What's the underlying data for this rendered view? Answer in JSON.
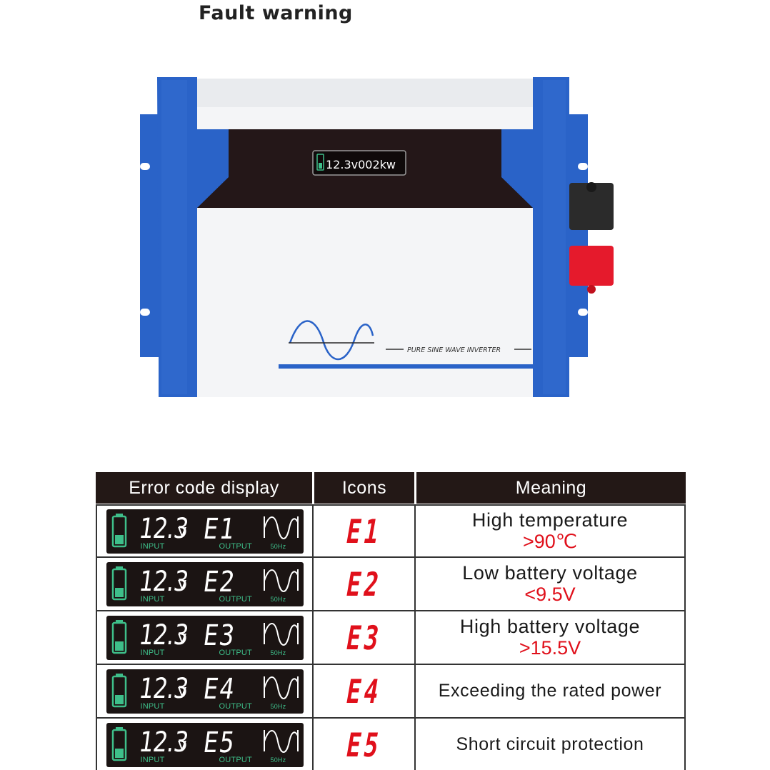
{
  "page_title": "Fault warning",
  "product": {
    "display_text": "12.3v002kw",
    "front_label": "PURE SINE WAVE INVERTER",
    "colors": {
      "frame": "#2a63c8",
      "band": "#241718",
      "body": "#f5f6f8",
      "terminal_neg": "#2b2b2b",
      "terminal_pos": "#e51a2c"
    }
  },
  "table": {
    "headers": {
      "display": "Error code display",
      "icons": "Icons",
      "meaning": "Meaning"
    },
    "lcd": {
      "voltage": "12.3",
      "unit": "v",
      "input_label": "INPUT",
      "output_label": "OUTPUT",
      "freq_label": "50Hz"
    },
    "rows": [
      {
        "code": "E1",
        "icon": "E1",
        "meaning": "High temperature",
        "detail": ">90℃"
      },
      {
        "code": "E2",
        "icon": "E2",
        "meaning": "Low battery voltage",
        "detail": "<9.5V"
      },
      {
        "code": "E3",
        "icon": "E3",
        "meaning": "High battery voltage",
        "detail": ">15.5V"
      },
      {
        "code": "E4",
        "icon": "E4",
        "meaning": "Exceeding the rated power",
        "detail": ""
      },
      {
        "code": "E5",
        "icon": "E5",
        "meaning": "Short circuit protection",
        "detail": ""
      }
    ],
    "colors": {
      "header_bg": "#231816",
      "alert": "#e0101b",
      "lcd_bg": "#1b1413",
      "lcd_label": "#3ebf8a"
    }
  }
}
